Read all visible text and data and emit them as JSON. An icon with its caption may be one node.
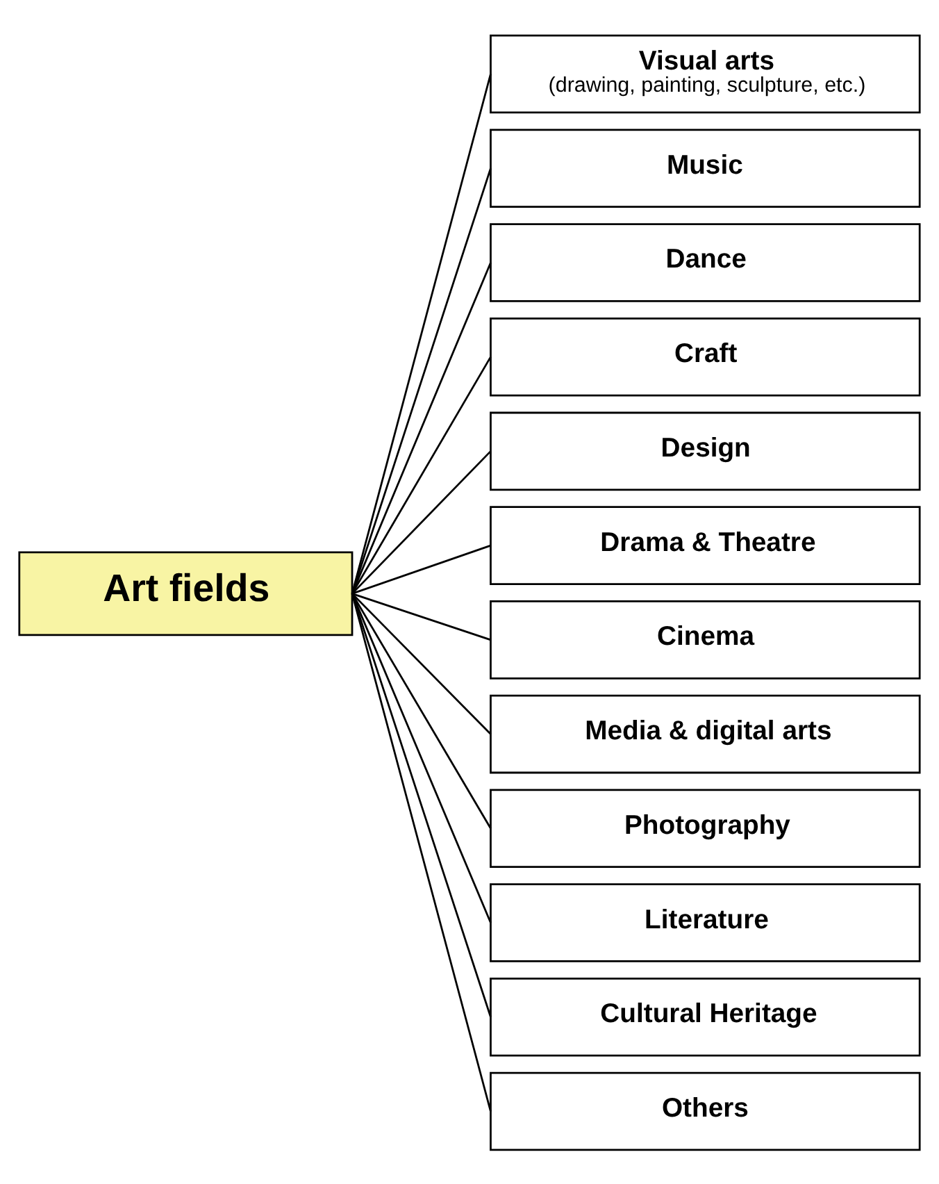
{
  "diagram": {
    "nodes": [
      {
        "text": [
          "Art fields"
        ]
      },
      {
        "text": [
          "**Visual arts** (drawing, painting, sculpture, etc.)"
        ]
      },
      {
        "text": [
          "Music"
        ]
      },
      {
        "text": [
          "Dance"
        ]
      },
      {
        "text": [
          "Craft"
        ]
      },
      {
        "text": [
          "Design"
        ]
      },
      {
        "text": [
          "Drama & Theatre"
        ]
      },
      {
        "text": [
          "Cinema"
        ]
      },
      {
        "text": [
          "Media & digital arts"
        ]
      },
      {
        "text": [
          "Photography"
        ]
      },
      {
        "text": [
          "Literature"
        ]
      },
      {
        "text": [
          "Cultural Heritage"
        ]
      },
      {
        "text": [
          "Others"
        ]
      }
    ],
    "edges": [
      {
        "from": 0,
        "to": 1,
        "arrow": "none"
      },
      {
        "from": 0,
        "to": 2,
        "arrow": "none"
      },
      {
        "from": 0,
        "to": 3,
        "arrow": "none"
      },
      {
        "from": 0,
        "to": 4,
        "arrow": "none"
      },
      {
        "from": 0,
        "to": 5,
        "arrow": "none"
      },
      {
        "from": 0,
        "to": 6,
        "arrow": "none"
      },
      {
        "from": 0,
        "to": 7,
        "arrow": "none"
      },
      {
        "from": 0,
        "to": 8,
        "arrow": "none"
      },
      {
        "from": 0,
        "to": 9,
        "arrow": "none"
      },
      {
        "from": 0,
        "to": 10,
        "arrow": "none"
      },
      {
        "from": 0,
        "to": 11,
        "arrow": "none"
      },
      {
        "from": 0,
        "to": 12,
        "arrow": "none"
      }
    ]
  }
}
